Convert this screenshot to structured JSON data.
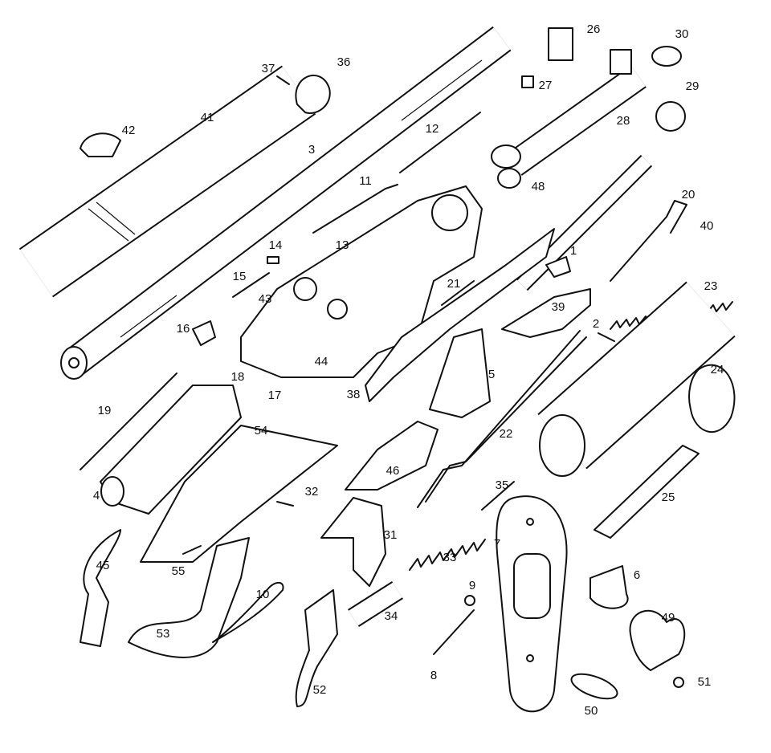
{
  "diagram": {
    "type": "exploded-parts-view",
    "labels": {
      "n1": "1",
      "n2": "2",
      "n3": "3",
      "n4": "4",
      "n5": "5",
      "n6": "6",
      "n7": "7",
      "n8": "8",
      "n9": "9",
      "n10": "10",
      "n11": "11",
      "n12": "12",
      "n13": "13",
      "n14": "14",
      "n15": "15",
      "n16": "16",
      "n17": "17",
      "n18": "18",
      "n19": "19",
      "n20": "20",
      "n21": "21",
      "n22": "22",
      "n23": "23",
      "n24": "24",
      "n25": "25",
      "n26": "26",
      "n27": "27",
      "n28": "28",
      "n29": "29",
      "n30": "30",
      "n31": "31",
      "n32": "32",
      "n33": "33",
      "n34": "34",
      "n35": "35",
      "n36": "36",
      "n37": "37",
      "n38": "38",
      "n39": "39",
      "n40": "40",
      "n41": "41",
      "n42": "42",
      "n43": "43",
      "n44": "44",
      "n45": "45",
      "n46": "46",
      "n48": "48",
      "n49": "49",
      "n50": "50",
      "n51": "51",
      "n52": "52",
      "n53": "53",
      "n54": "54",
      "n55": "55"
    }
  }
}
